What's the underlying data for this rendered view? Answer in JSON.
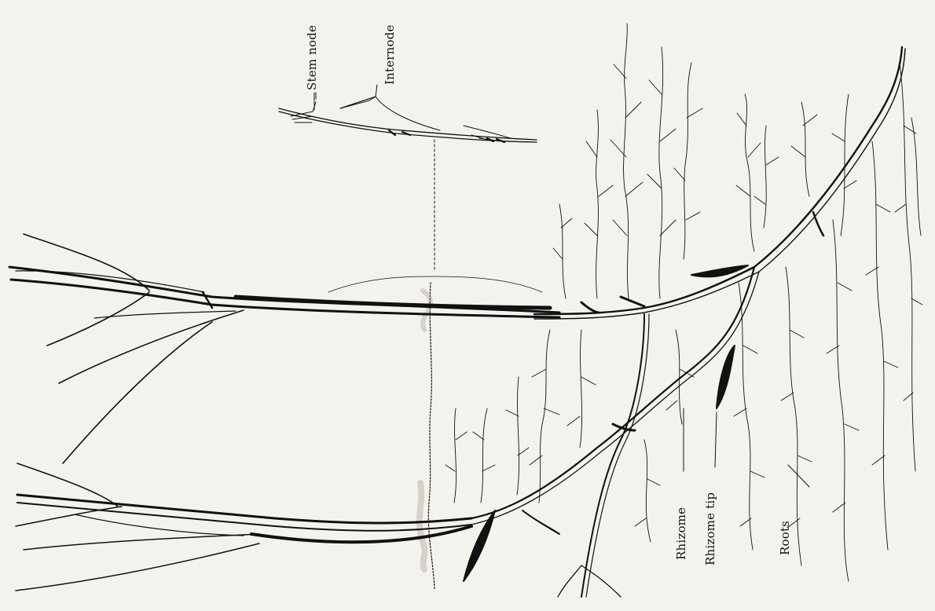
{
  "labels": {
    "stem_node": "Stem node",
    "internode": "Internode",
    "rhizome": "Rhizome",
    "rhizome_tip": "Rhizome tip",
    "roots": "Roots"
  },
  "colors": {
    "paper": "#f4f2ed",
    "ink": "#111111",
    "soil_tint": "#c9c4b8"
  }
}
